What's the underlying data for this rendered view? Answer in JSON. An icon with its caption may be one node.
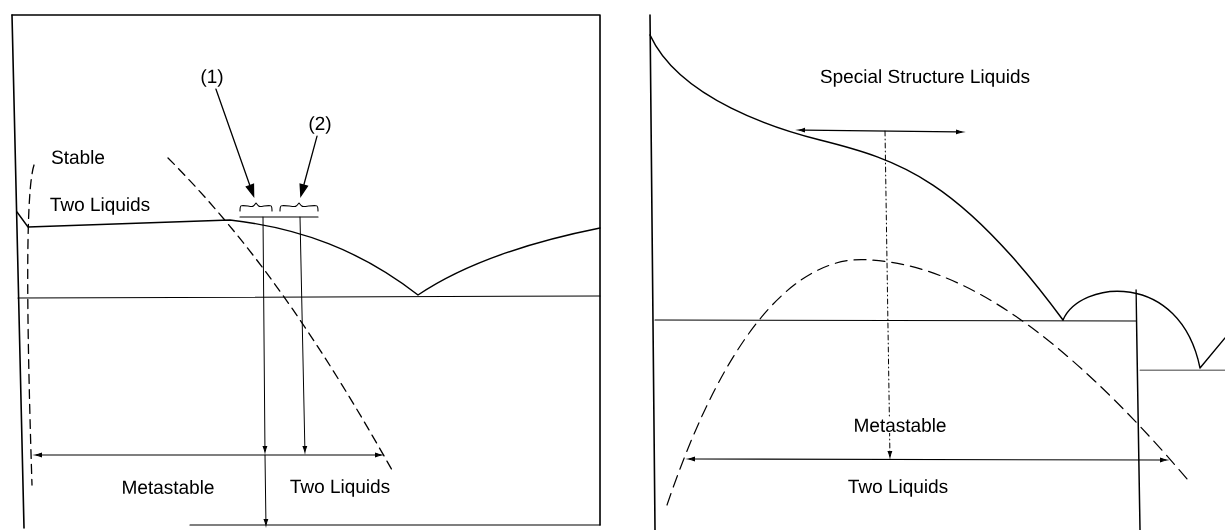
{
  "diagram": {
    "nodes": [
      {
        "text": [
          "(1)"
        ]
      },
      {
        "text": [
          "(2)"
        ]
      },
      {
        "text": [],
        "shape": "bracket"
      },
      {
        "text": [],
        "shape": "bracket"
      }
    ],
    "edges": [
      {
        "from": 0,
        "to": 2,
        "arrow": "to"
      },
      {
        "from": 1,
        "to": 3,
        "arrow": "to"
      }
    ],
    "labels": [
      "Stable",
      "Two Liquids",
      "Metastable",
      "Two Liquids",
      "Special Structure Liquids",
      "Metastable",
      "Two Liquids"
    ]
  }
}
